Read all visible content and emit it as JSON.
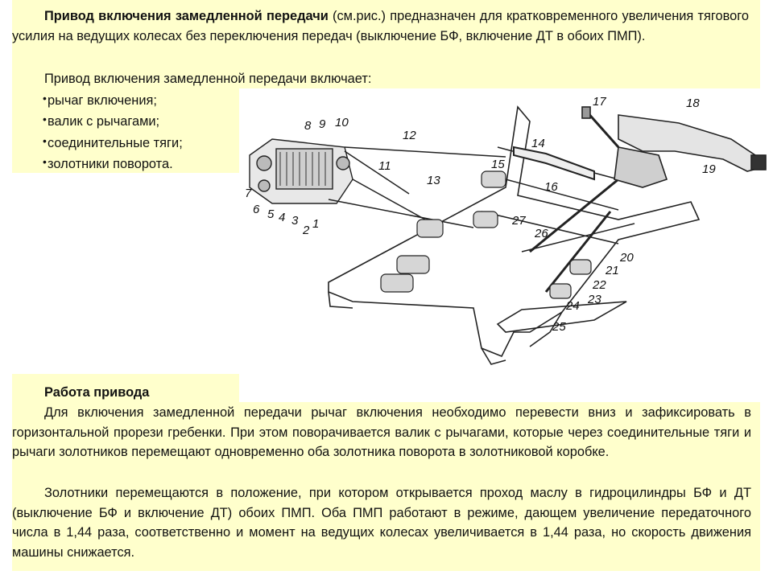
{
  "intro": {
    "title_bold": "Привод включения замедленной передачи",
    "title_rest": " (см.рис.) предназначен для кратковременного увеличения тягового усилия на ведущих колесах без переключения передач (выключение БФ, включение ДТ в обоих ПМП).",
    "includes": "Привод включения замедленной передачи включает:",
    "items": [
      {
        "label": "рычаг включения;"
      },
      {
        "label": "валик с рычагами;"
      },
      {
        "label": "соединительные тяги;"
      },
      {
        "label": "золотники поворота."
      }
    ],
    "bullet": "•"
  },
  "work": {
    "heading": "Работа привода",
    "p1": "Для включения замедленной передачи рычаг включения необходимо перевести вниз и зафиксировать в горизонтальной прорези гребенки. При этом поворачивается валик с рычагами, которые через соединительные тяги и рычаги золотников перемещают одновременно оба золотника поворота в золотниковой коробке.",
    "p2": "Золотники перемещаются в положение, при котором открывается проход маслу в гидроцилиндры БФ и ДТ (выключение БФ и включение ДТ) обоих ПМП. Оба ПМП работают в режиме, дающем увеличение передаточного числа в 1,44 раза, соответственно и момент на ведущих колесах увеличивается в 1,44 раза, но скорость движения машины снижается."
  },
  "diagram_labels": [
    "1",
    "2",
    "3",
    "4",
    "5",
    "6",
    "7",
    "8",
    "9",
    "10",
    "11",
    "12",
    "13",
    "14",
    "15",
    "16",
    "17",
    "18",
    "19",
    "20",
    "21",
    "22",
    "23",
    "24",
    "25",
    "26",
    "27"
  ],
  "colors": {
    "panel": "#ffffcc",
    "text": "#111111"
  }
}
